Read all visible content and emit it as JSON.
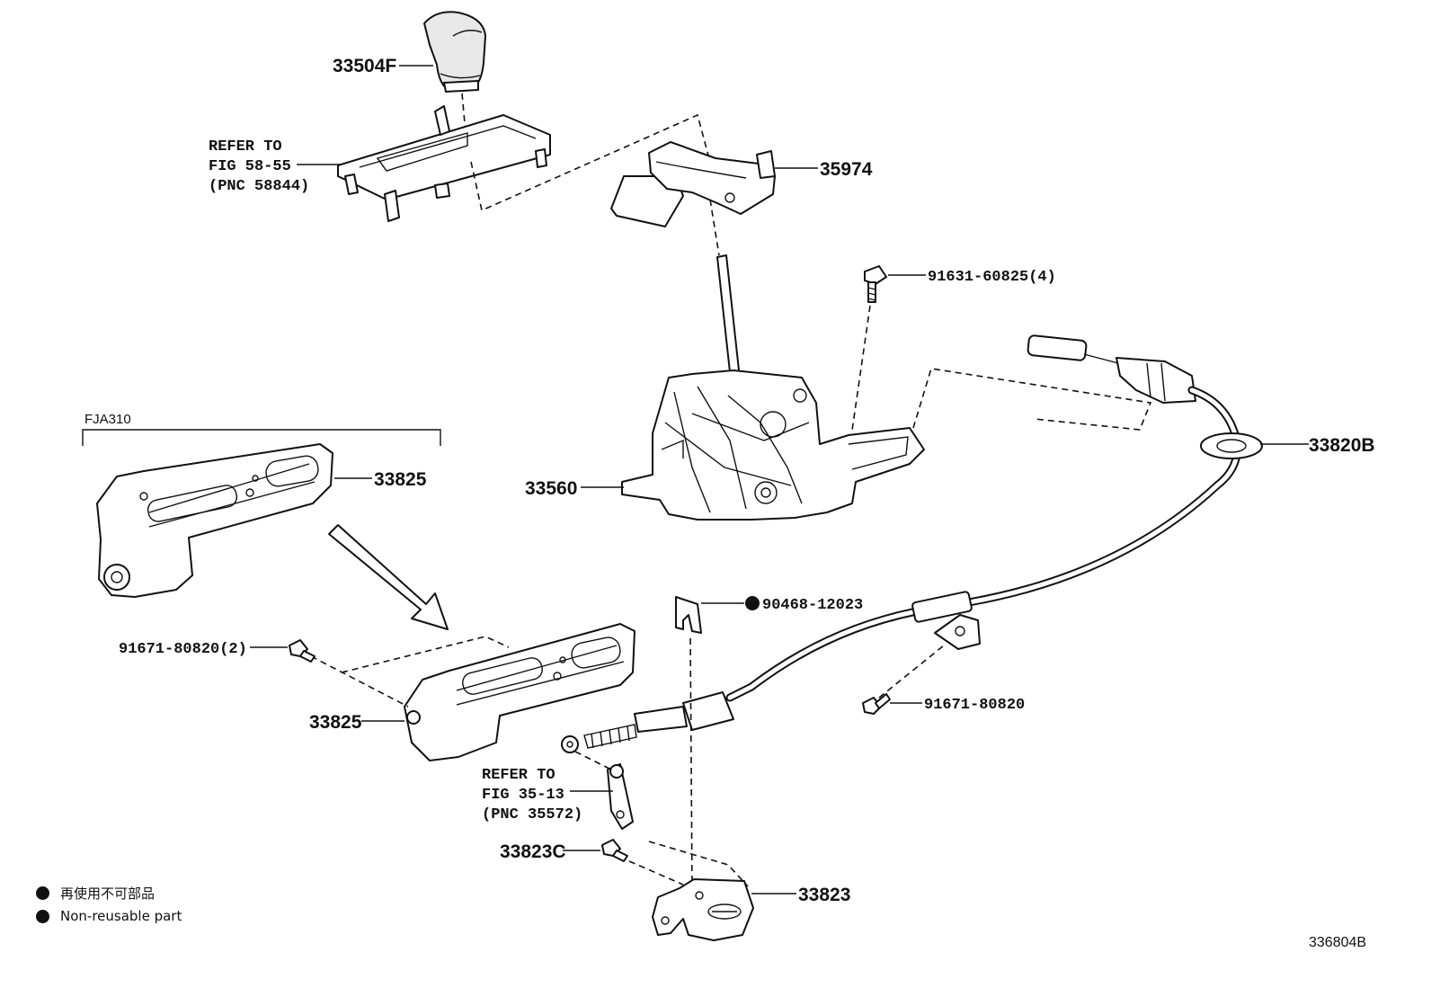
{
  "labels": {
    "knob": "33504F",
    "refer_58": [
      "REFER TO",
      "FIG 58-55",
      "(PNC 58844)"
    ],
    "bracket_35974": "35974",
    "bolt_91631": "91631-60825(4)",
    "shifter": "33560",
    "cable": "33820B",
    "variant": "FJA310",
    "heat_top": "33825",
    "bolt_91671_2": "91671-80820(2)",
    "heat_bottom": "33825",
    "clip": "90468-12023",
    "bolt_91671": "91671-80820",
    "refer_35": [
      "REFER TO",
      "FIG 35-13",
      "(PNC 35572)"
    ],
    "bolt_33823c": "33823C",
    "bracket_33823": "33823"
  },
  "legend": {
    "item1": "再使用不可部品",
    "item2": "Non-reusable part"
  },
  "figure_code": "336804B"
}
